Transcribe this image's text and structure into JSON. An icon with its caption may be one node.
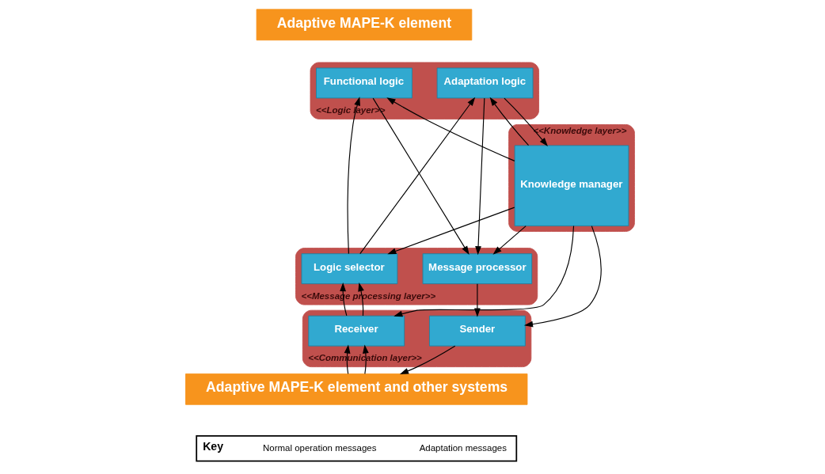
{
  "diagram": {
    "nodes": [
      {
        "text": [
          "Adaptive MAPE-K element"
        ]
      },
      {
        "text": [
          "<<Logic layer>>"
        ]
      },
      {
        "text": [
          "Functional logic"
        ],
        "in": 1
      },
      {
        "text": [
          "Adaptation logic"
        ],
        "in": 1
      },
      {
        "text": [
          "<<Message processing layer>>"
        ]
      },
      {
        "text": [
          "Logic selector"
        ],
        "in": 4
      },
      {
        "text": [
          "Message processor"
        ],
        "in": 4
      },
      {
        "text": [
          "<<Communication layer>>"
        ]
      },
      {
        "text": [
          "Receiver"
        ],
        "in": 7
      },
      {
        "text": [
          "Sender"
        ],
        "in": 7
      },
      {
        "text": [
          "<<Knowledge layer>>"
        ]
      },
      {
        "text": [
          "Knowledge manager"
        ],
        "in": 10
      },
      {
        "text": [
          "Adaptive MAPE-K element and other systems"
        ]
      }
    ],
    "edges": [
      {
        "from": 11,
        "to": 2,
        "arrow": "to"
      },
      {
        "from": 11,
        "to": 3,
        "arrow": "to"
      },
      {
        "from": 3,
        "to": 11,
        "arrow": "to"
      },
      {
        "from": 2,
        "to": 6,
        "arrow": "to"
      },
      {
        "from": 3,
        "to": 6,
        "arrow": "to"
      },
      {
        "from": 5,
        "to": 2,
        "arrow": "to"
      },
      {
        "from": 5,
        "to": 3,
        "arrow": "to"
      },
      {
        "from": 11,
        "to": 6,
        "arrow": "to"
      },
      {
        "from": 11,
        "to": 5,
        "arrow": "to"
      },
      {
        "from": 8,
        "to": 5,
        "arrow": "to"
      },
      {
        "from": 8,
        "to": 5,
        "arrow": "to"
      },
      {
        "from": 6,
        "to": 9,
        "arrow": "to"
      },
      {
        "from": 11,
        "to": 9,
        "arrow": "to"
      },
      {
        "from": 11,
        "to": 8,
        "arrow": "to"
      },
      {
        "from": 12,
        "to": 8,
        "arrow": "to"
      },
      {
        "from": 12,
        "to": 8,
        "arrow": "to"
      },
      {
        "from": 9,
        "to": 12,
        "arrow": "to"
      }
    ],
    "labels": [
      "Key"
    ],
    "legend": [
      {
        "text": "Normal operation messages"
      },
      {
        "text": "Adaptation messages"
      }
    ]
  }
}
